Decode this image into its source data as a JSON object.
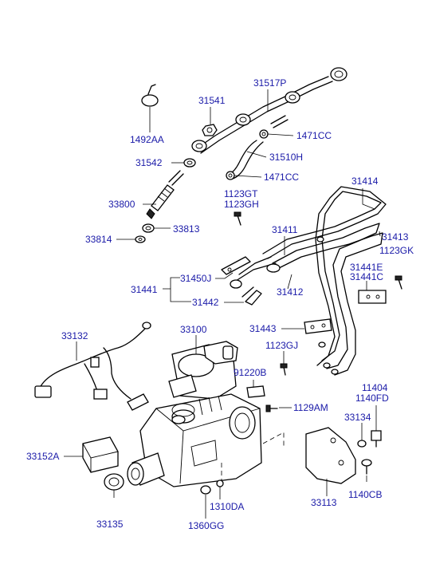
{
  "diagram": {
    "labels": {
      "l1492AA": "1492AA",
      "l31541": "31541",
      "l31517P": "31517P",
      "l1471CC_a": "1471CC",
      "l31542": "31542",
      "l31510H": "31510H",
      "l1471CC_b": "1471CC",
      "l33800": "33800",
      "l1123GT": "1123GT",
      "l1123GH": "1123GH",
      "l31414": "31414",
      "l33813": "33813",
      "l33814": "33814",
      "l31411": "31411",
      "l31413": "31413",
      "l1123GK": "1123GK",
      "l31450J": "31450J",
      "l31441E": "31441E",
      "l31441C": "31441C",
      "l31441": "31441",
      "l31412": "31412",
      "l31442": "31442",
      "l31443": "31443",
      "l33132": "33132",
      "l33100": "33100",
      "l1123GJ": "1123GJ",
      "l91220B": "91220B",
      "l11404": "11404",
      "l1140FD": "1140FD",
      "l1129AM": "1129AM",
      "l33134": "33134",
      "l33152A": "33152A",
      "l33113": "33113",
      "l1140CB": "1140CB",
      "l1310DA": "1310DA",
      "l33135": "33135",
      "l1360GG": "1360GG"
    },
    "colors": {
      "label": "#1a1aa8",
      "line": "#000000"
    }
  }
}
